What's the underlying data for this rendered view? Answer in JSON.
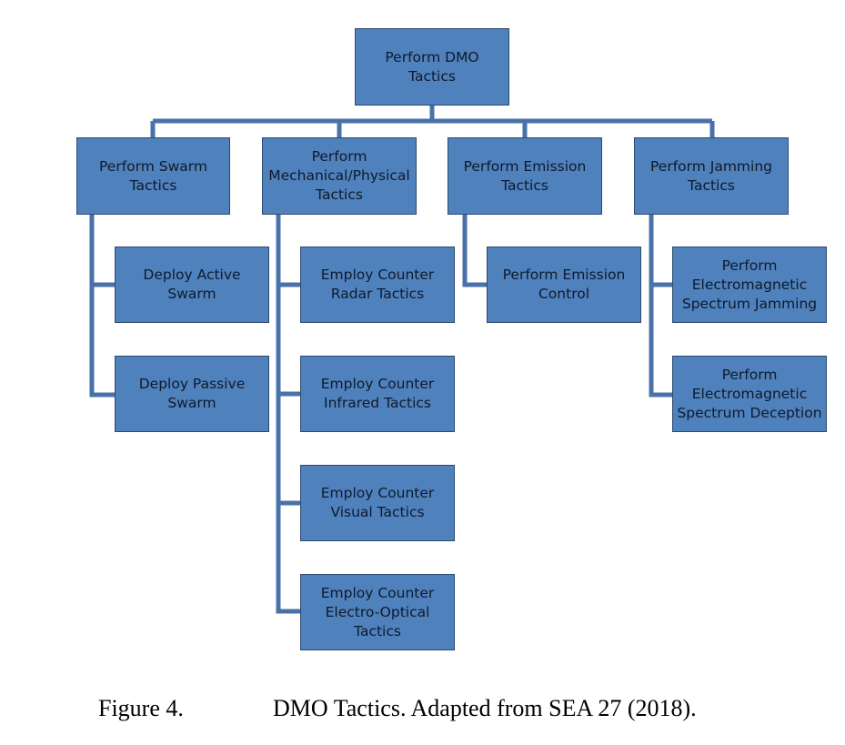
{
  "diagram": {
    "root": "Perform DMO Tactics",
    "branches": [
      {
        "label": "Perform Swarm Tactics",
        "children": [
          "Deploy Active Swarm",
          "Deploy Passive Swarm"
        ]
      },
      {
        "label": "Perform Mechanical/Physical Tactics",
        "children": [
          "Employ Counter Radar Tactics",
          "Employ Counter Infrared Tactics",
          "Employ Counter Visual Tactics",
          "Employ Counter Electro-Optical Tactics"
        ]
      },
      {
        "label": "Perform Emission Tactics",
        "children": [
          "Perform Emission Control"
        ]
      },
      {
        "label": "Perform Jamming Tactics",
        "children": [
          "Perform Electromagnetic Spectrum Jamming",
          "Perform Electromagnetic Spectrum Deception"
        ]
      }
    ]
  },
  "caption": {
    "number": "Figure 4.",
    "text": "DMO Tactics. Adapted from SEA 27 (2018)."
  },
  "colors": {
    "box_fill": "#4f81bd",
    "box_border": "#2c4a6e",
    "connector": "#4a72a8"
  }
}
